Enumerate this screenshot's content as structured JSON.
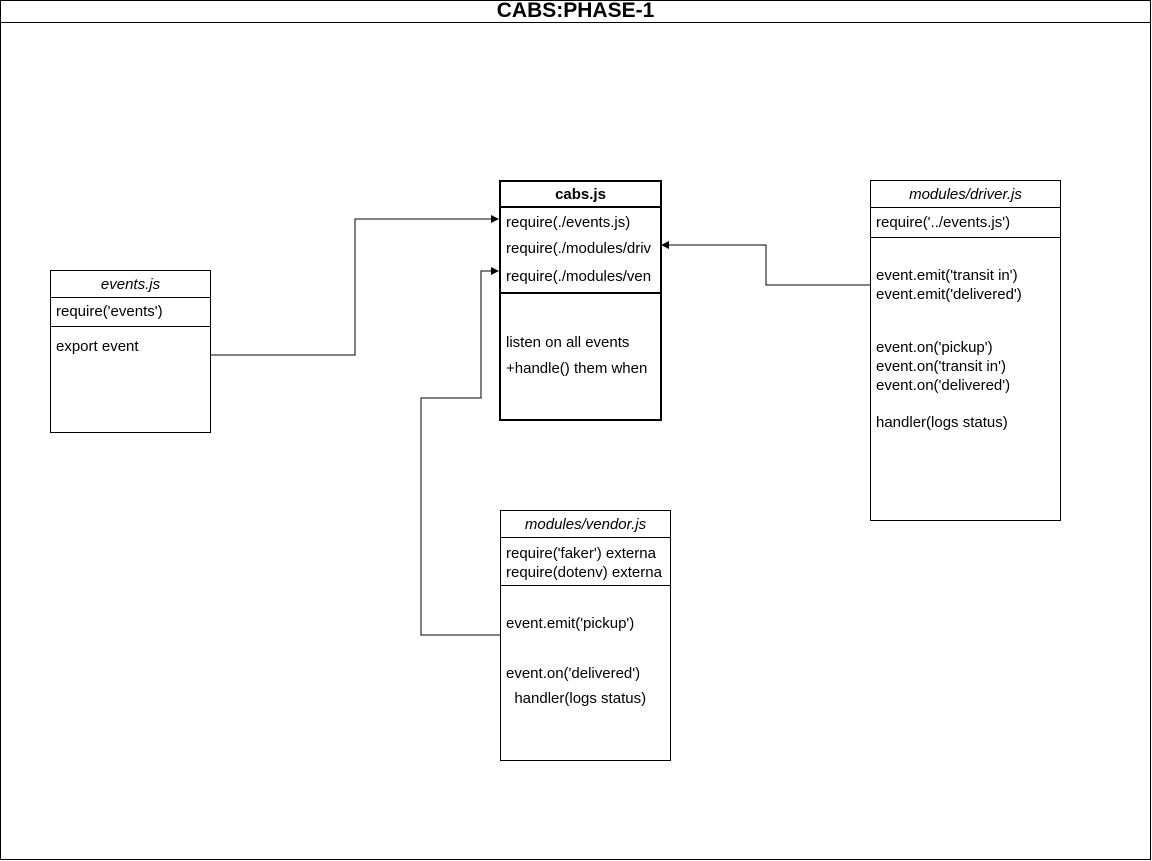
{
  "title": "CABS:PHASE-1",
  "classes": {
    "events": {
      "name": "events.js",
      "attributes": [
        "require('events')"
      ],
      "methods": [
        "export event"
      ]
    },
    "cabs": {
      "name": "cabs.js",
      "attributes": [
        "require(./events.js)",
        "require(./modules/driv",
        "require(./modules/ven"
      ],
      "methods": [
        "listen on all events",
        "+handle() them when"
      ]
    },
    "driver": {
      "name": "modules/driver.js",
      "attributes": [
        "require('../events.js')"
      ],
      "methods": [
        "event.emit('transit in')",
        "event.emit('delivered')",
        "event.on('pickup')",
        "event.on('transit in')",
        "event.on('delivered')",
        "handler(logs status)"
      ]
    },
    "vendor": {
      "name": "modules/vendor.js",
      "attributes": [
        "require('faker') externa",
        "require(dotenv) externa"
      ],
      "methods": [
        "event.emit('pickup')",
        "event.on('delivered')",
        "  handler(logs status)"
      ]
    }
  },
  "connections": [
    {
      "from": "events.js",
      "to": "cabs.js"
    },
    {
      "from": "modules/driver.js",
      "to": "cabs.js"
    },
    {
      "from": "modules/vendor.js",
      "to": "cabs.js"
    }
  ]
}
